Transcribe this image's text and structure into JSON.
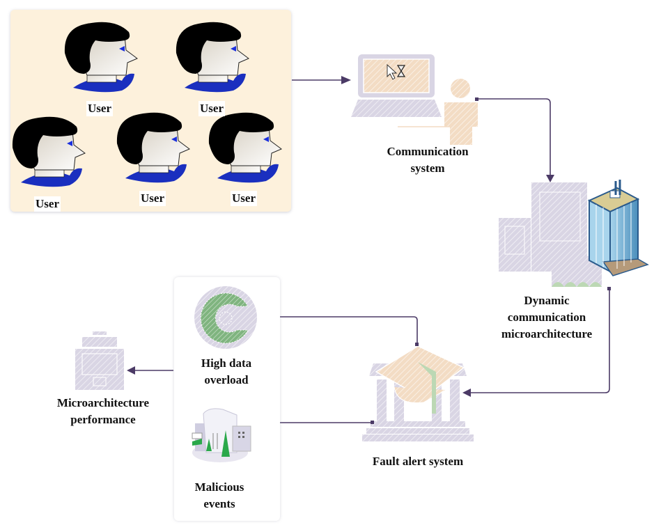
{
  "diagram": {
    "users": [
      {
        "label": "User"
      },
      {
        "label": "User"
      },
      {
        "label": "User"
      },
      {
        "label": "User"
      },
      {
        "label": "User"
      }
    ],
    "nodes": {
      "communication_system": {
        "label_line1": "Communication",
        "label_line2": "system"
      },
      "dynamic_microarchitecture": {
        "label_line1": "Dynamic",
        "label_line2": "communication",
        "label_line3": "microarchitecture"
      },
      "fault_alert_system": {
        "label": "Fault alert system"
      },
      "high_data_overload": {
        "label_line1": "High data",
        "label_line2": "overload"
      },
      "malicious_events": {
        "label_line1": "Malicious",
        "label_line2": "events"
      },
      "microarchitecture_performance": {
        "label_line1": "Microarchitecture",
        "label_line2": "performance"
      }
    },
    "colors": {
      "connector": "#4b3a66",
      "users_panel_bg": "#fdf1dc",
      "hair": "#000000",
      "face": "#ece6dc",
      "shirt": "#1a2fbf",
      "icon_lavender": "#d8d4e3",
      "icon_peach": "#f3dcc4",
      "icon_green": "#7fb47f",
      "tower_blue": "#5aa0c8"
    }
  }
}
